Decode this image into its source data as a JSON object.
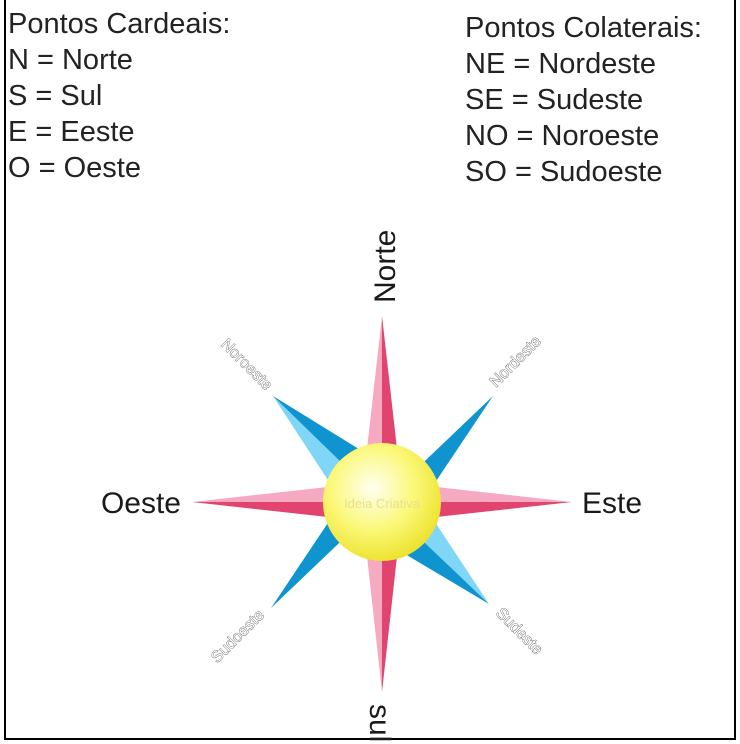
{
  "legend_cardinal": {
    "title": "Pontos Cardeais:",
    "items": [
      "N = Norte",
      "S = Sul",
      "E = Eeste",
      "O = Oeste"
    ]
  },
  "legend_collateral": {
    "title": "Pontos Colaterais:",
    "items": [
      "NE = Nordeste",
      "SE = Sudeste",
      "NO = Noroeste",
      "SO = Sudoeste"
    ]
  },
  "compass": {
    "north": "Norte",
    "south": "sul",
    "east": "Este",
    "west": "Oeste",
    "northeast": "Nordeste",
    "southeast": "Sudeste",
    "northwest": "Noroeste",
    "southwest": "Sudoeste",
    "center_watermark": "Ideia Criativa",
    "colors": {
      "cardinal_points": "#e8547f",
      "collateral_points": "#19a8e0",
      "center_circle": "#f6f23c"
    }
  }
}
